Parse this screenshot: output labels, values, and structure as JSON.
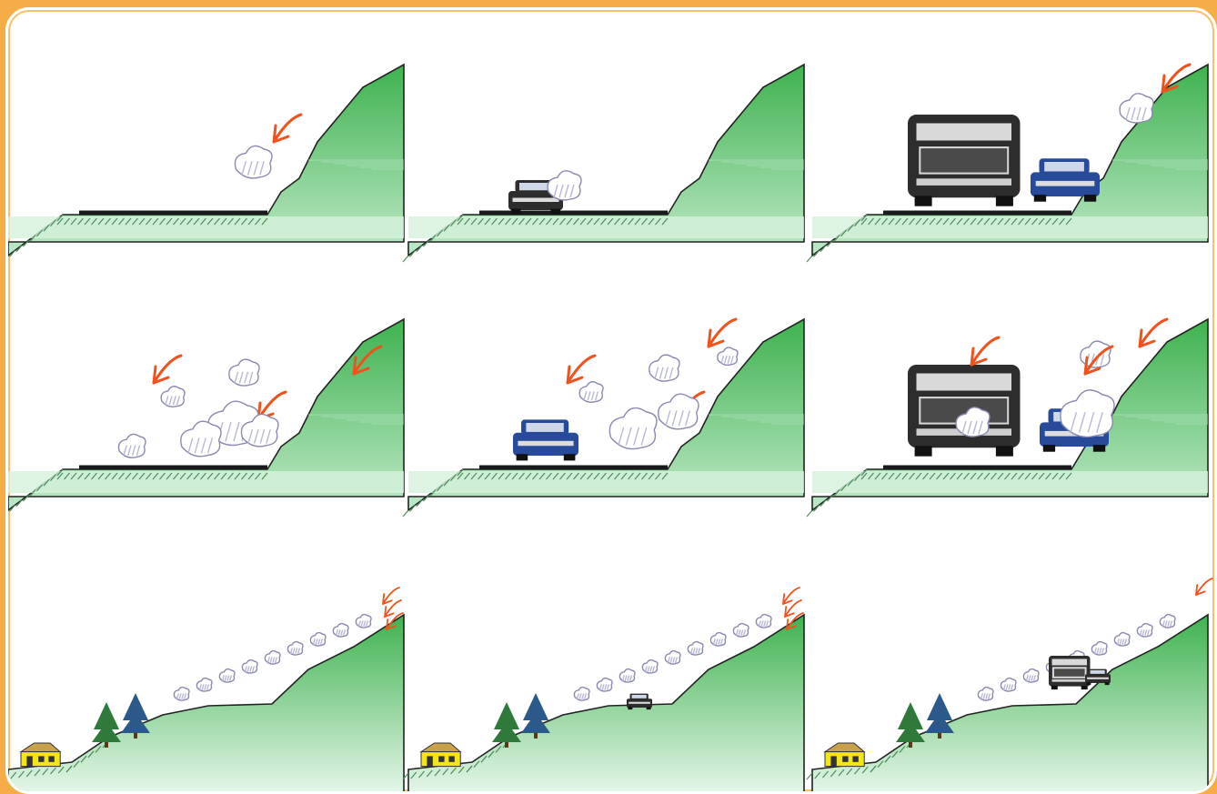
{
  "figure": {
    "rows": [
      {
        "row": "top",
        "panels": [
          "road-single-rock",
          "car-hit-by-rock",
          "bus-and-car-near-rock"
        ]
      },
      {
        "row": "middle",
        "panels": [
          "road-many-rocks",
          "car-among-rocks",
          "bus-and-car-buried"
        ]
      },
      {
        "row": "bottom",
        "panels": [
          "slope-slide-house",
          "slope-slide-house-car",
          "slope-slide-house-bus"
        ]
      }
    ]
  },
  "colors": {
    "frame": "#f6ad47",
    "board": "#ffffff",
    "hill_fill": "#3fb24f",
    "hill_light": "#bfe9c8",
    "road": "#1a1a1a",
    "arrow": "#f0521e",
    "rock": "#b8b8d8",
    "vehicle_dark": "#2d2d2d",
    "vehicle_blue": "#274a9a",
    "house": "#f2e51b",
    "tree": "#2f7a3a"
  },
  "icons": [
    "falling-rock-icon",
    "arrow-icon",
    "car-icon",
    "bus-icon",
    "house-icon",
    "tree-icon"
  ]
}
